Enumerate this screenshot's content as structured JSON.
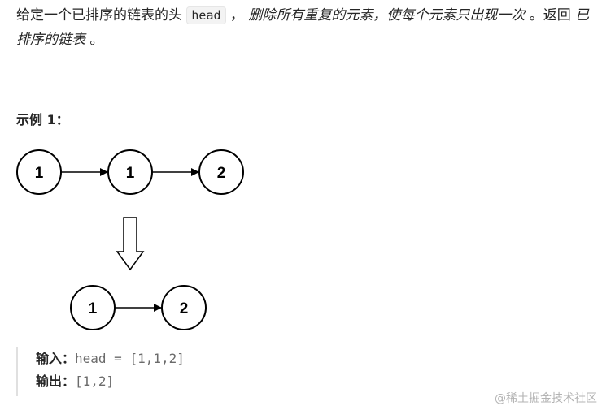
{
  "description": {
    "part1": "给定一个已排序的链表的头 ",
    "code": "head",
    "part2": " ， ",
    "italic1": "删除所有重复的元素，使每个元素只出现一次",
    "part3": " 。返回 ",
    "italic2": "已排序的链表",
    "part4": " 。"
  },
  "example": {
    "title": "示例 1："
  },
  "diagram": {
    "input_list": [
      "1",
      "1",
      "2"
    ],
    "output_list": [
      "1",
      "2"
    ]
  },
  "io": {
    "input_label": "输入：",
    "input_value": "head = [1,1,2]",
    "output_label": "输出：",
    "output_value": "[1,2]"
  },
  "watermark": "@稀土掘金技术社区"
}
